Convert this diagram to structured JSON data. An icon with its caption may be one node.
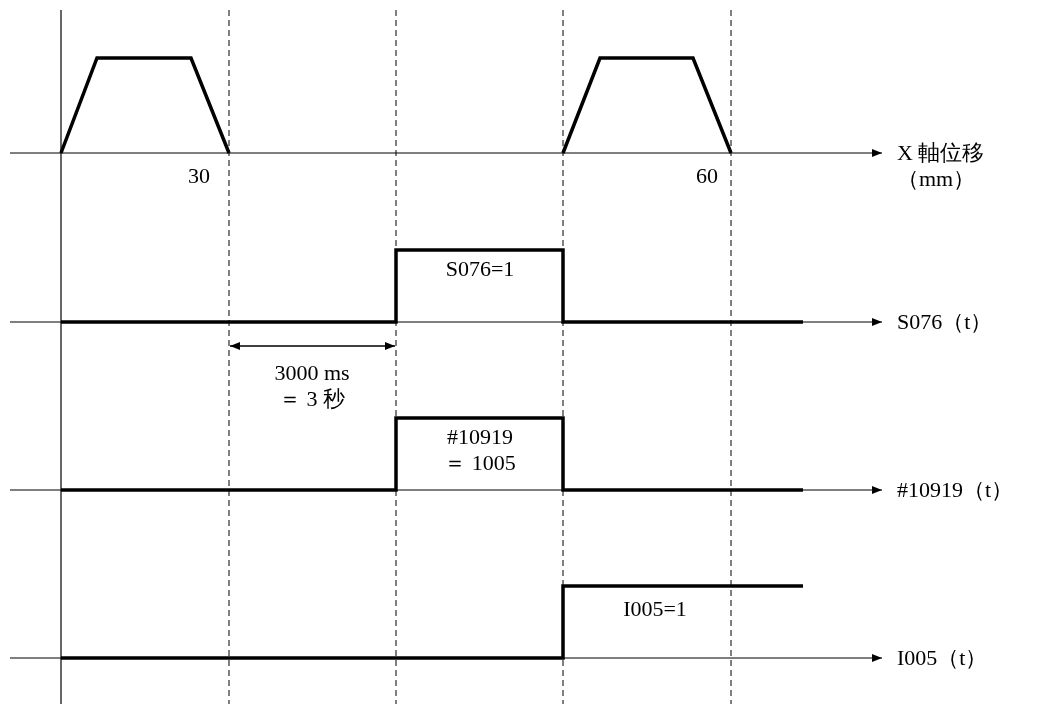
{
  "diagram": {
    "labels": [
      "30",
      "60",
      "X 軸位移（mm）",
      "S076=1",
      "S076（t）",
      "3000 ms ＝ 3 秒",
      "#10919 ＝ 1005",
      "#10919（t）",
      "I005=1",
      "I005（t）"
    ]
  }
}
